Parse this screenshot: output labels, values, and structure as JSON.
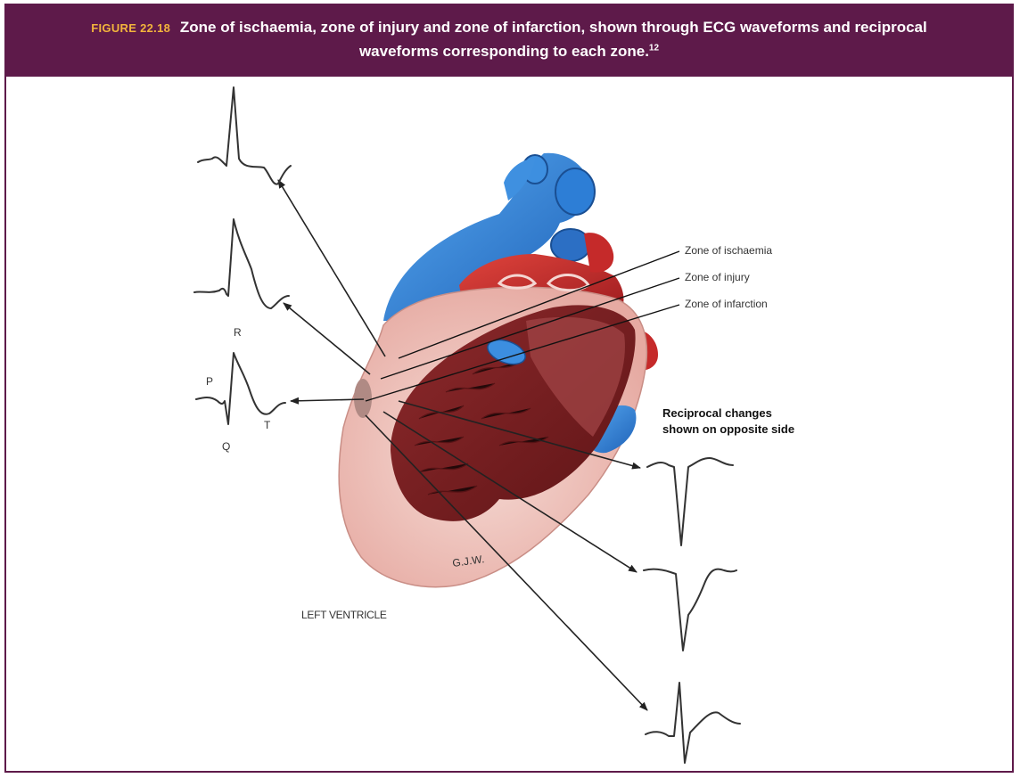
{
  "figure": {
    "label": "FIGURE 22.18",
    "title_line1": "Zone of ischaemia, zone of injury and zone of infarction, shown through ECG waveforms and reciprocal",
    "title_line2": "waveforms corresponding to each zone.",
    "reference": "12"
  },
  "zones": [
    "Zone of ischaemia",
    "Zone of injury",
    "Zone of infarction"
  ],
  "wave_labels": {
    "p": "P",
    "q": "Q",
    "r": "R",
    "t": "T"
  },
  "reciprocal_label_line1": "Reciprocal changes",
  "reciprocal_label_line2": "shown on opposite side",
  "ventricle_label": "LEFT VENTRICLE",
  "artist_signature": "G.J.W.",
  "colors": {
    "header_bg": "#5e1a4a",
    "figure_label": "#f2b43c",
    "vessel_blue": "#2f7fd0",
    "vessel_red": "#c4262a",
    "myocardium_dark": "#7a1e22",
    "endocardium_pink": "#f2cfc8"
  }
}
